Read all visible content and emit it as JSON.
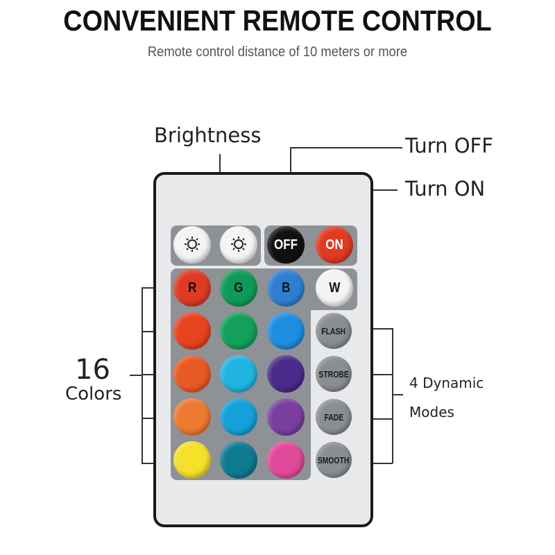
{
  "title": "CONVENIENT REMOTE CONTROL",
  "subtitle": "Remote control distance of 10 meters or more",
  "annotations": {
    "brightness": "Brightness",
    "turn_off": "Turn OFF",
    "turn_on": "Turn ON",
    "colors_count": "16",
    "colors_label": "Colors",
    "modes_line1": "4 Dynamic",
    "modes_line2": "Modes"
  },
  "buttons": {
    "off": "OFF",
    "on": "ON",
    "r": "R",
    "g": "G",
    "b": "B",
    "w": "W"
  },
  "modes": [
    "FLASH",
    "STROBE",
    "FADE",
    "SMOOTH"
  ],
  "colors": {
    "off": "#111111",
    "on": "#e03a22",
    "r": "#e03a22",
    "g": "#0f9a5a",
    "b": "#2e7fd0",
    "w": "#f4f4f4",
    "grid": [
      "#e8421e",
      "#12a05a",
      "#1e8ee0",
      "#e85a25",
      "#20b4e0",
      "#4a2a8a",
      "#ec7a30",
      "#14a0d8",
      "#7a3ea0",
      "#f5e02a",
      "#0e7a90",
      "#e04a9a"
    ]
  }
}
